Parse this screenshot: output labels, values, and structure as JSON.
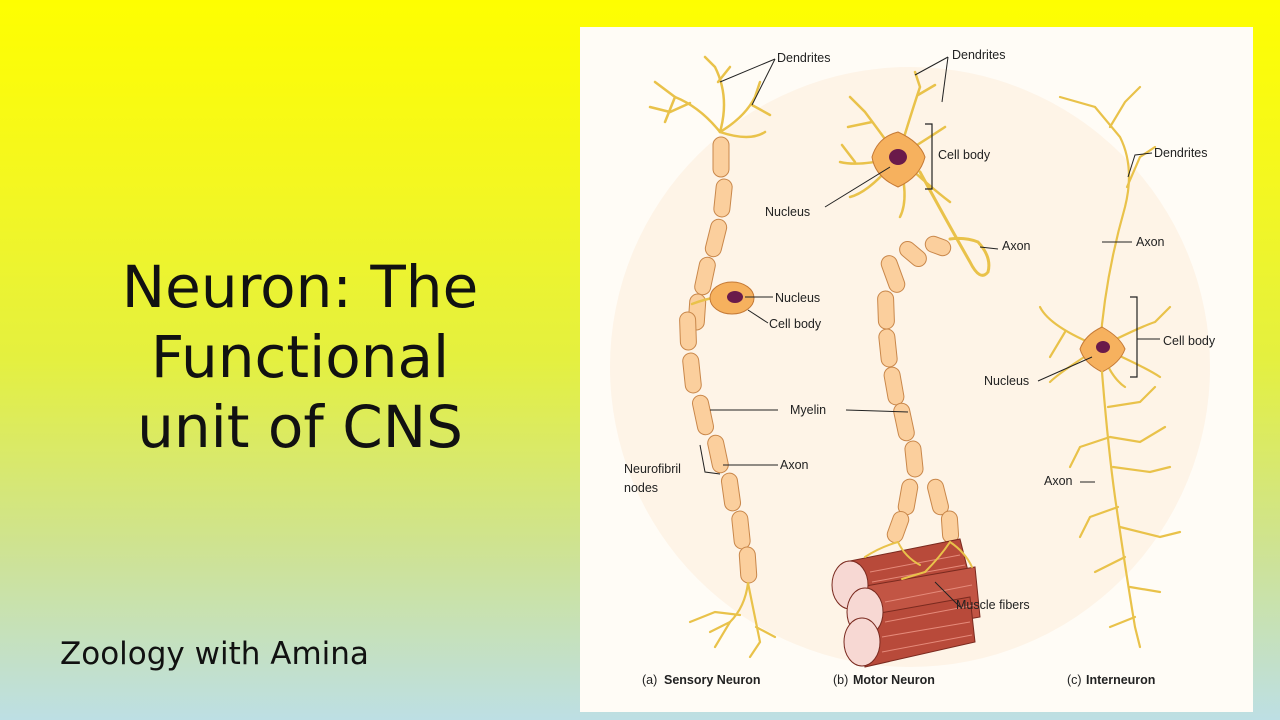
{
  "slide": {
    "title_lines": [
      "Neuron: The",
      "Functional",
      "unit of CNS"
    ],
    "footer": "Zoology with Amina"
  },
  "figure": {
    "sensory": {
      "dendrites": "Dendrites",
      "nucleus": "Nucleus",
      "cell_body": "Cell body",
      "myelin": "Myelin",
      "axon": "Axon",
      "nodes_line1": "Neurofibril",
      "nodes_line2": "nodes"
    },
    "motor": {
      "dendrites": "Dendrites",
      "cell_body": "Cell body",
      "nucleus": "Nucleus",
      "axon": "Axon",
      "muscle": "Muscle fibers"
    },
    "inter": {
      "dendrites": "Dendrites",
      "axon_top": "Axon",
      "cell_body": "Cell body",
      "nucleus": "Nucleus",
      "axon_bottom": "Axon"
    },
    "captions": [
      {
        "letter": "(a)",
        "name": "Sensory Neuron"
      },
      {
        "letter": "(b)",
        "name": "Motor Neuron"
      },
      {
        "letter": "(c)",
        "name": "Interneuron"
      }
    ]
  },
  "colors": {
    "myelin_fill": "#fbcf9d",
    "axon": "#e9c24a",
    "nucleus": "#6a1a4a",
    "muscle": "#b84a3a"
  }
}
